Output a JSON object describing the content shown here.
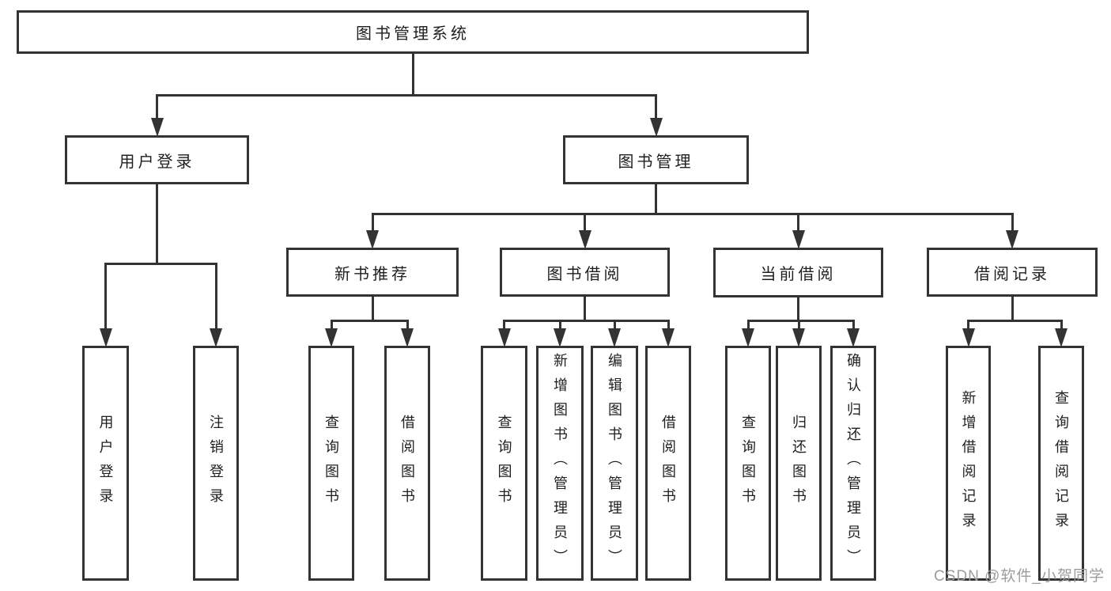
{
  "diagram": {
    "nodes": [
      {
        "id": "system",
        "label": "图书管理系统",
        "parent": null
      },
      {
        "id": "user-login",
        "label": "用户登录",
        "parent": "system"
      },
      {
        "id": "book-mgmt",
        "label": "图书管理",
        "parent": "system"
      },
      {
        "id": "new-rec",
        "label": "新书推荐",
        "parent": "book-mgmt"
      },
      {
        "id": "book-borrow",
        "label": "图书借阅",
        "parent": "book-mgmt"
      },
      {
        "id": "current-borrow",
        "label": "当前借阅",
        "parent": "book-mgmt"
      },
      {
        "id": "borrow-records",
        "label": "借阅记录",
        "parent": "book-mgmt"
      },
      {
        "id": "login-op",
        "label": "用户登录",
        "parent": "user-login"
      },
      {
        "id": "logout-op",
        "label": "注销登录",
        "parent": "user-login"
      },
      {
        "id": "nr-query",
        "label": "查询图书",
        "parent": "new-rec"
      },
      {
        "id": "nr-borrow",
        "label": "借阅图书",
        "parent": "new-rec"
      },
      {
        "id": "bb-query",
        "label": "查询图书",
        "parent": "book-borrow"
      },
      {
        "id": "bb-add",
        "label": "新增图书（管理员）",
        "parent": "book-borrow"
      },
      {
        "id": "bb-edit",
        "label": "编辑图书（管理员）",
        "parent": "book-borrow"
      },
      {
        "id": "bb-borrow",
        "label": "借阅图书",
        "parent": "book-borrow"
      },
      {
        "id": "cb-query",
        "label": "查询图书",
        "parent": "current-borrow"
      },
      {
        "id": "cb-return",
        "label": "归还图书",
        "parent": "current-borrow"
      },
      {
        "id": "cb-confirm",
        "label": "确认归还（管理员）",
        "parent": "current-borrow"
      },
      {
        "id": "br-add",
        "label": "新增借阅记录",
        "parent": "borrow-records"
      },
      {
        "id": "br-query",
        "label": "查询借阅记录",
        "parent": "borrow-records"
      }
    ]
  },
  "watermark": {
    "text": "CSDN @软件_小贺同学"
  },
  "colors": {
    "line": "#333333",
    "text": "#1f1f1f",
    "watermark": "#9c9c9c",
    "background": "#ffffff"
  }
}
